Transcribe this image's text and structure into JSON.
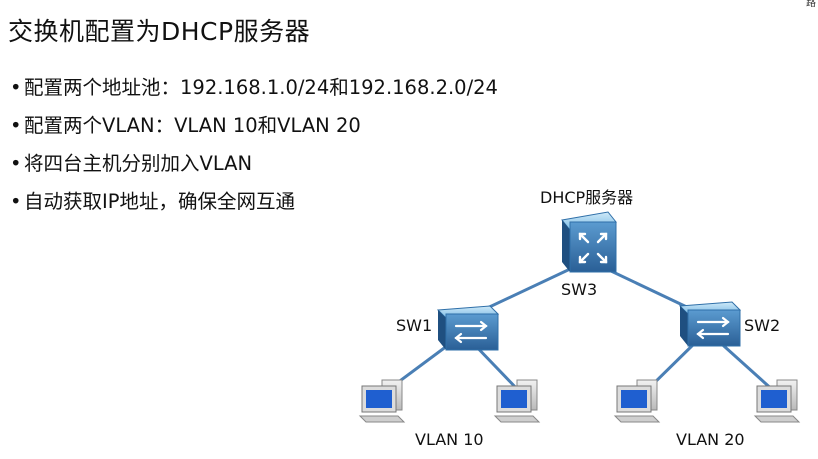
{
  "slide": {
    "title": "交换机配置为DHCP服务器",
    "corner_text": "路",
    "bullets": [
      "配置两个地址池：192.168.1.0/24和192.168.2.0/24",
      "配置两个VLAN：VLAN 10和VLAN 20",
      "将四台主机分别加入VLAN",
      "自动获取IP地址，确保全网互通"
    ]
  },
  "diagram": {
    "server_label": "DHCP服务器",
    "core_switch_label": "SW3",
    "left_switch_label": "SW1",
    "right_switch_label": "SW2",
    "left_vlan_label": "VLAN 10",
    "right_vlan_label": "VLAN 20",
    "colors": {
      "switch_blue": "#2f6fa8",
      "switch_light": "#8ec8ec",
      "link": "#4a7fb5",
      "pc_screen": "#1f5fd0"
    },
    "icons": [
      "core-switch-icon",
      "switch-icon",
      "pc-icon"
    ]
  }
}
